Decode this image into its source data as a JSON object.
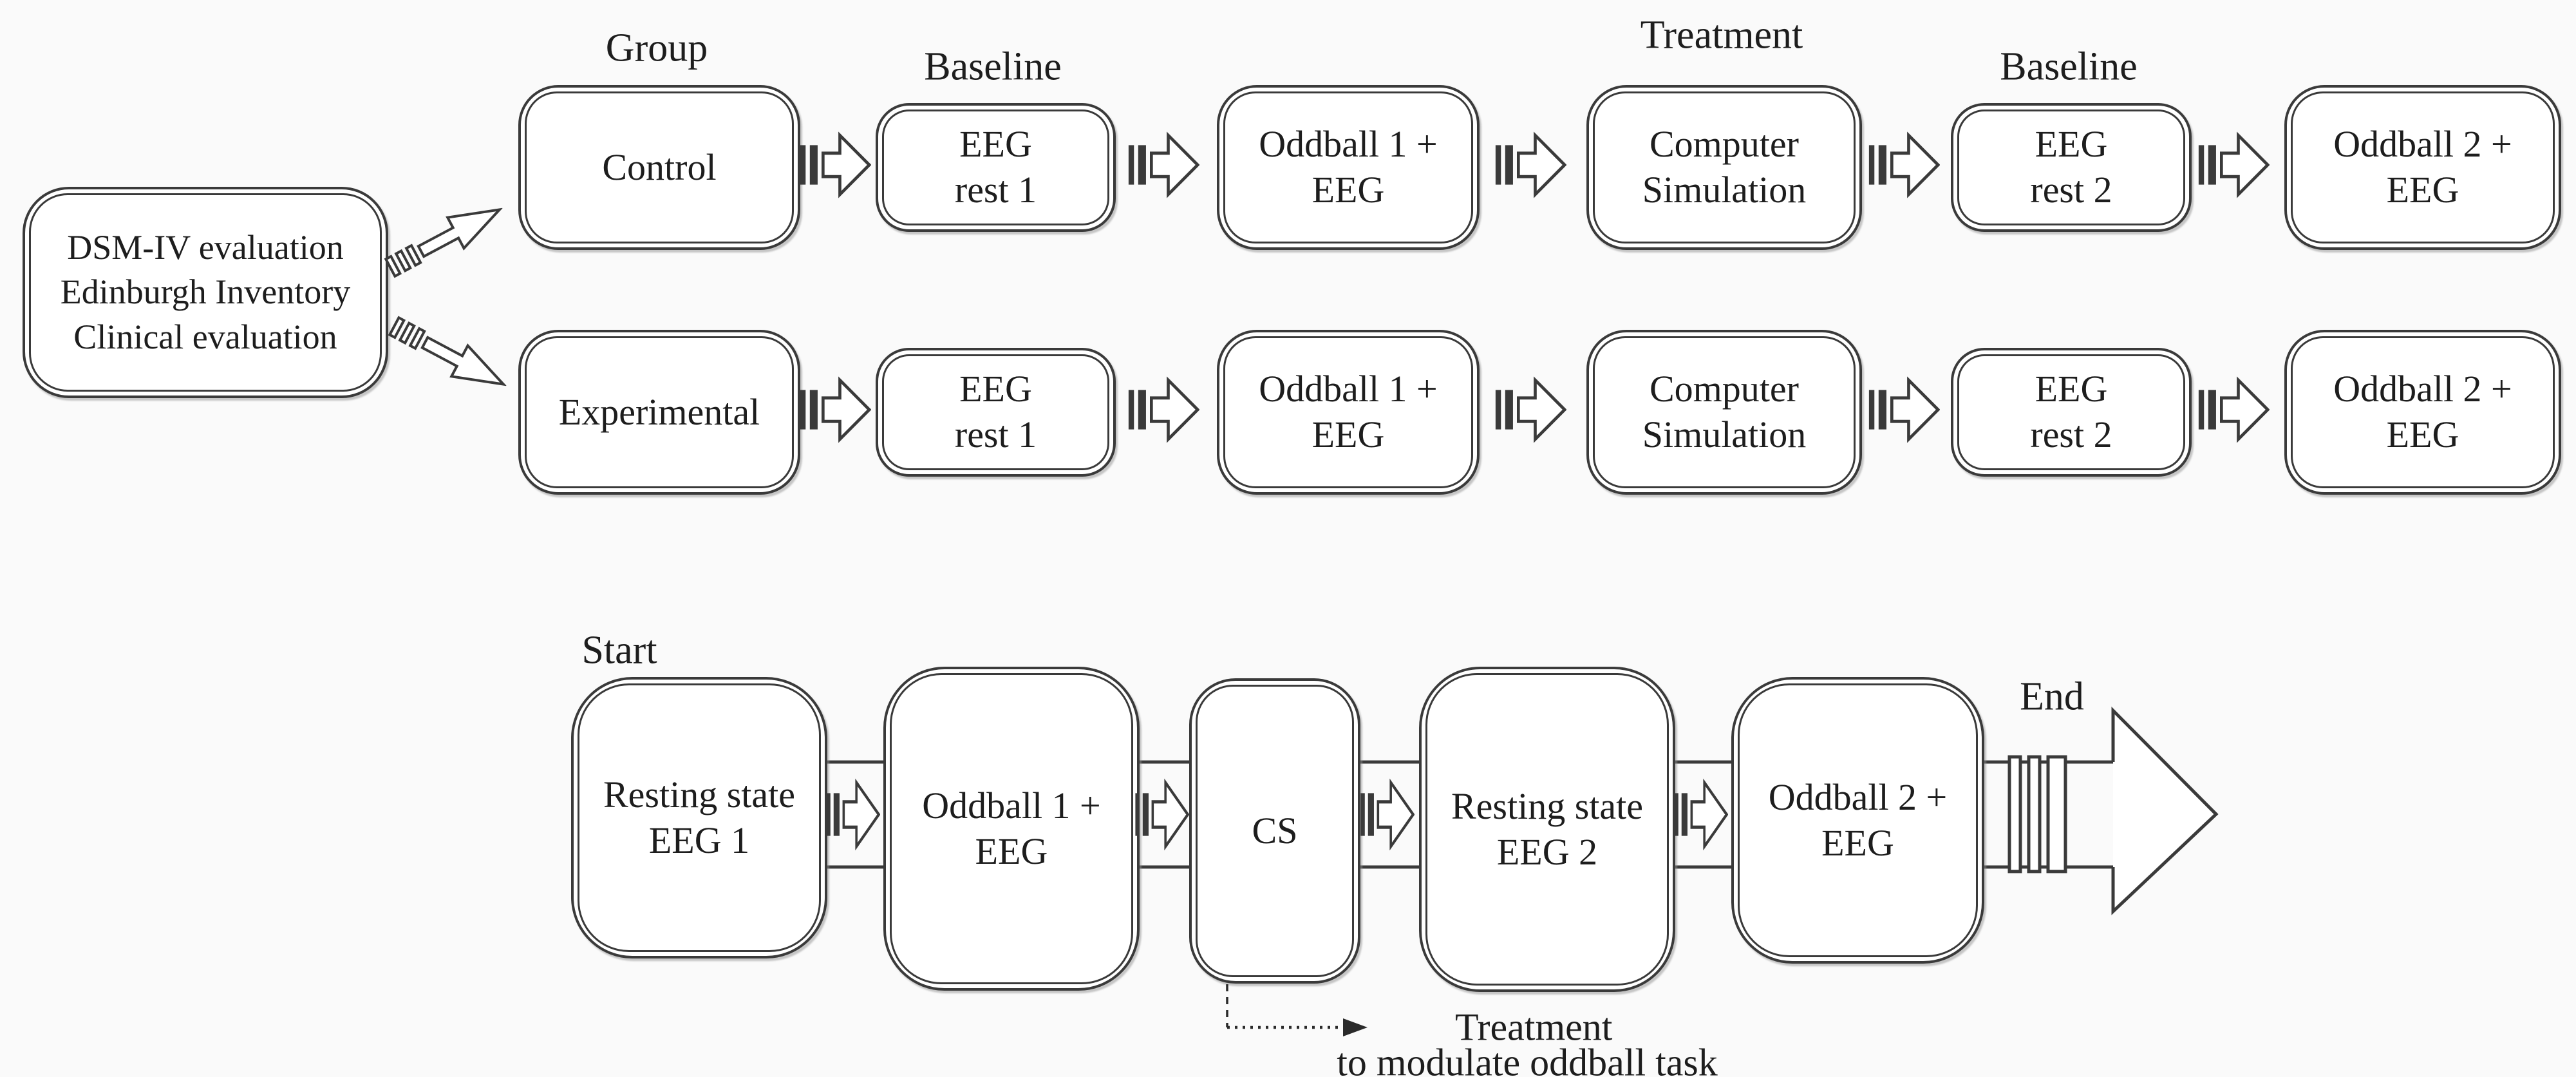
{
  "colors": {
    "ink": "#3a3a3a",
    "paper": "#fafafa",
    "box_fill": "#ffffff"
  },
  "top": {
    "screening": {
      "line1": "DSM-IV evaluation",
      "line2": "Edinburgh Inventory",
      "line3": "Clinical evaluation"
    },
    "labels": {
      "group": "Group",
      "baseline_1": "Baseline",
      "treatment": "Treatment",
      "baseline_2": "Baseline"
    },
    "rows": [
      {
        "name": "Control row",
        "boxes": [
          {
            "l1": "Control",
            "l2": ""
          },
          {
            "l1": "EEG",
            "l2": "rest 1"
          },
          {
            "l1": "Oddball 1 +",
            "l2": "EEG"
          },
          {
            "l1": "Computer",
            "l2": "Simulation"
          },
          {
            "l1": "EEG",
            "l2": "rest 2"
          },
          {
            "l1": "Oddball 2 +",
            "l2": "EEG"
          }
        ]
      },
      {
        "name": "Experimental row",
        "boxes": [
          {
            "l1": "Experimental",
            "l2": ""
          },
          {
            "l1": "EEG",
            "l2": "rest 1"
          },
          {
            "l1": "Oddball 1 +",
            "l2": "EEG"
          },
          {
            "l1": "Computer",
            "l2": "Simulation"
          },
          {
            "l1": "EEG",
            "l2": "rest 2"
          },
          {
            "l1": "Oddball 2 +",
            "l2": "EEG"
          }
        ]
      }
    ]
  },
  "bottom": {
    "labels": {
      "start": "Start",
      "end": "End"
    },
    "boxes": [
      {
        "l1": "Resting state",
        "l2": "EEG 1"
      },
      {
        "l1": "Oddball 1 +",
        "l2": "EEG"
      },
      {
        "l1": "CS",
        "l2": ""
      },
      {
        "l1": "Resting state",
        "l2": "EEG 2"
      },
      {
        "l1": "Oddball 2 +",
        "l2": "EEG"
      }
    ],
    "annotation": {
      "l1": "Treatment",
      "l2": "to modulate oddball task"
    }
  }
}
